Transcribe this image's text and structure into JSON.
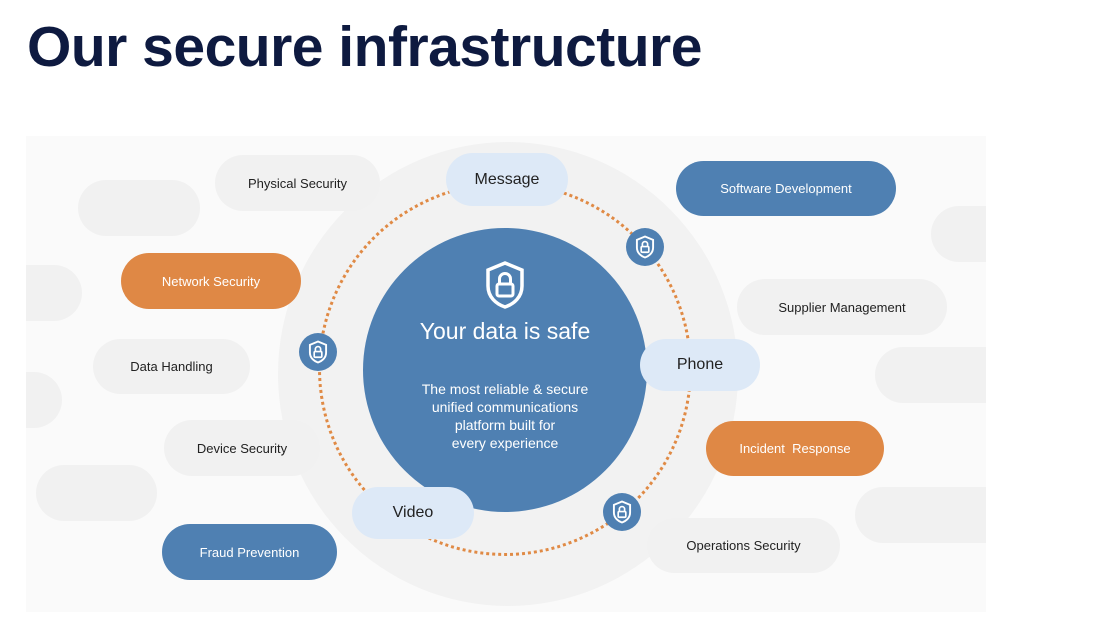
{
  "title": "Our secure infrastructure",
  "center": {
    "heading": "Your data is safe",
    "lines": [
      "The most reliable & secure",
      "unified communications",
      "platform built for",
      "every experience"
    ],
    "icon": "shield-lock-icon"
  },
  "channels": {
    "message": "Message",
    "phone": "Phone",
    "video": "Video"
  },
  "pills": {
    "physical_security": "Physical Security",
    "software_development": "Software Development",
    "network_security": "Network Security",
    "supplier_management": "Supplier Management",
    "data_handling": "Data Handling",
    "device_security": "Device Security",
    "incident_response": "Incident  Response",
    "fraud_prevention": "Fraud Prevention",
    "operations_security": "Operations Security"
  },
  "colors": {
    "navy": "#0e1a40",
    "blue": "#4f80b2",
    "orange": "#df8845",
    "light_blue": "#dde9f7",
    "gray": "#f1f1f1"
  }
}
